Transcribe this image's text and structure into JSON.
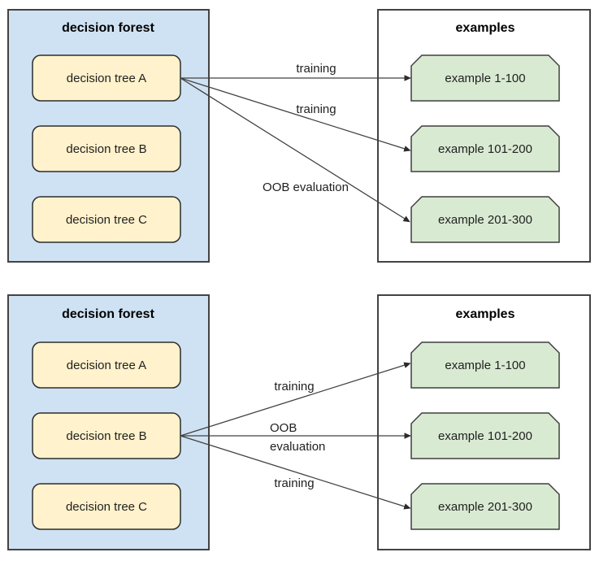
{
  "diagram": {
    "background_color": "#ffffff",
    "colors": {
      "forest_fill": "#cfe2f3",
      "forest_stroke": "#434343",
      "tree_fill": "#fff2cc",
      "tree_stroke": "#2d2d2d",
      "examples_fill": "#ffffff",
      "examples_stroke": "#434343",
      "example_fill": "#d9ead3",
      "example_stroke": "#3f3f3f",
      "arrow": "#424242",
      "text": "#1f1f1f"
    },
    "panels": [
      {
        "forest": {
          "title": "decision forest",
          "trees": [
            {
              "label": "decision tree A"
            },
            {
              "label": "decision tree B"
            },
            {
              "label": "decision tree C"
            }
          ]
        },
        "examples": {
          "title": "examples",
          "items": [
            {
              "label": "example 1-100"
            },
            {
              "label": "example 101-200"
            },
            {
              "label": "example 201-300"
            }
          ]
        },
        "source_tree": "decision tree A",
        "arrows": [
          {
            "label": "training",
            "from": "decision tree A",
            "to": "example 1-100"
          },
          {
            "label": "training",
            "from": "decision tree A",
            "to": "example 101-200"
          },
          {
            "label": "OOB evaluation",
            "from": "decision tree A",
            "to": "example 201-300"
          }
        ]
      },
      {
        "forest": {
          "title": "decision forest",
          "trees": [
            {
              "label": "decision tree A"
            },
            {
              "label": "decision tree B"
            },
            {
              "label": "decision tree C"
            }
          ]
        },
        "examples": {
          "title": "examples",
          "items": [
            {
              "label": "example 1-100"
            },
            {
              "label": "example 101-200"
            },
            {
              "label": "example 201-300"
            }
          ]
        },
        "source_tree": "decision tree B",
        "arrows": [
          {
            "label": "training",
            "from": "decision tree B",
            "to": "example 1-100"
          },
          {
            "label": "OOB evaluation",
            "label_lines": [
              "OOB",
              "evaluation"
            ],
            "from": "decision tree B",
            "to": "example 101-200"
          },
          {
            "label": "training",
            "from": "decision tree B",
            "to": "example 201-300"
          }
        ]
      }
    ]
  }
}
